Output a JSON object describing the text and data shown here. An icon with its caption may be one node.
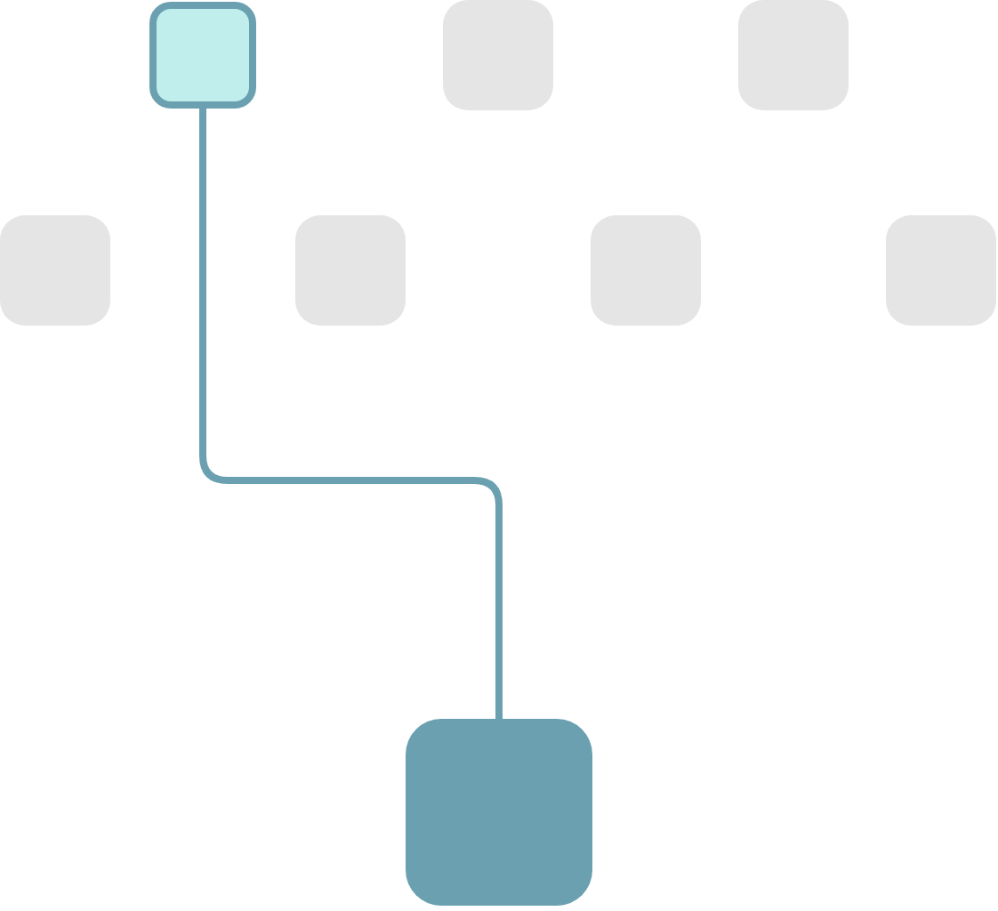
{
  "diagram": {
    "nodes": [
      {
        "text": [],
        "shape": "box"
      },
      {
        "text": [],
        "shape": "box"
      },
      {
        "text": [],
        "shape": "box"
      },
      {
        "text": [],
        "shape": "box"
      },
      {
        "text": [],
        "shape": "box"
      },
      {
        "text": [],
        "shape": "box"
      },
      {
        "text": [],
        "shape": "box"
      },
      {
        "text": [],
        "shape": "box"
      }
    ],
    "edges": [
      {
        "from": 0,
        "to": 7,
        "arrow": "none"
      }
    ]
  }
}
